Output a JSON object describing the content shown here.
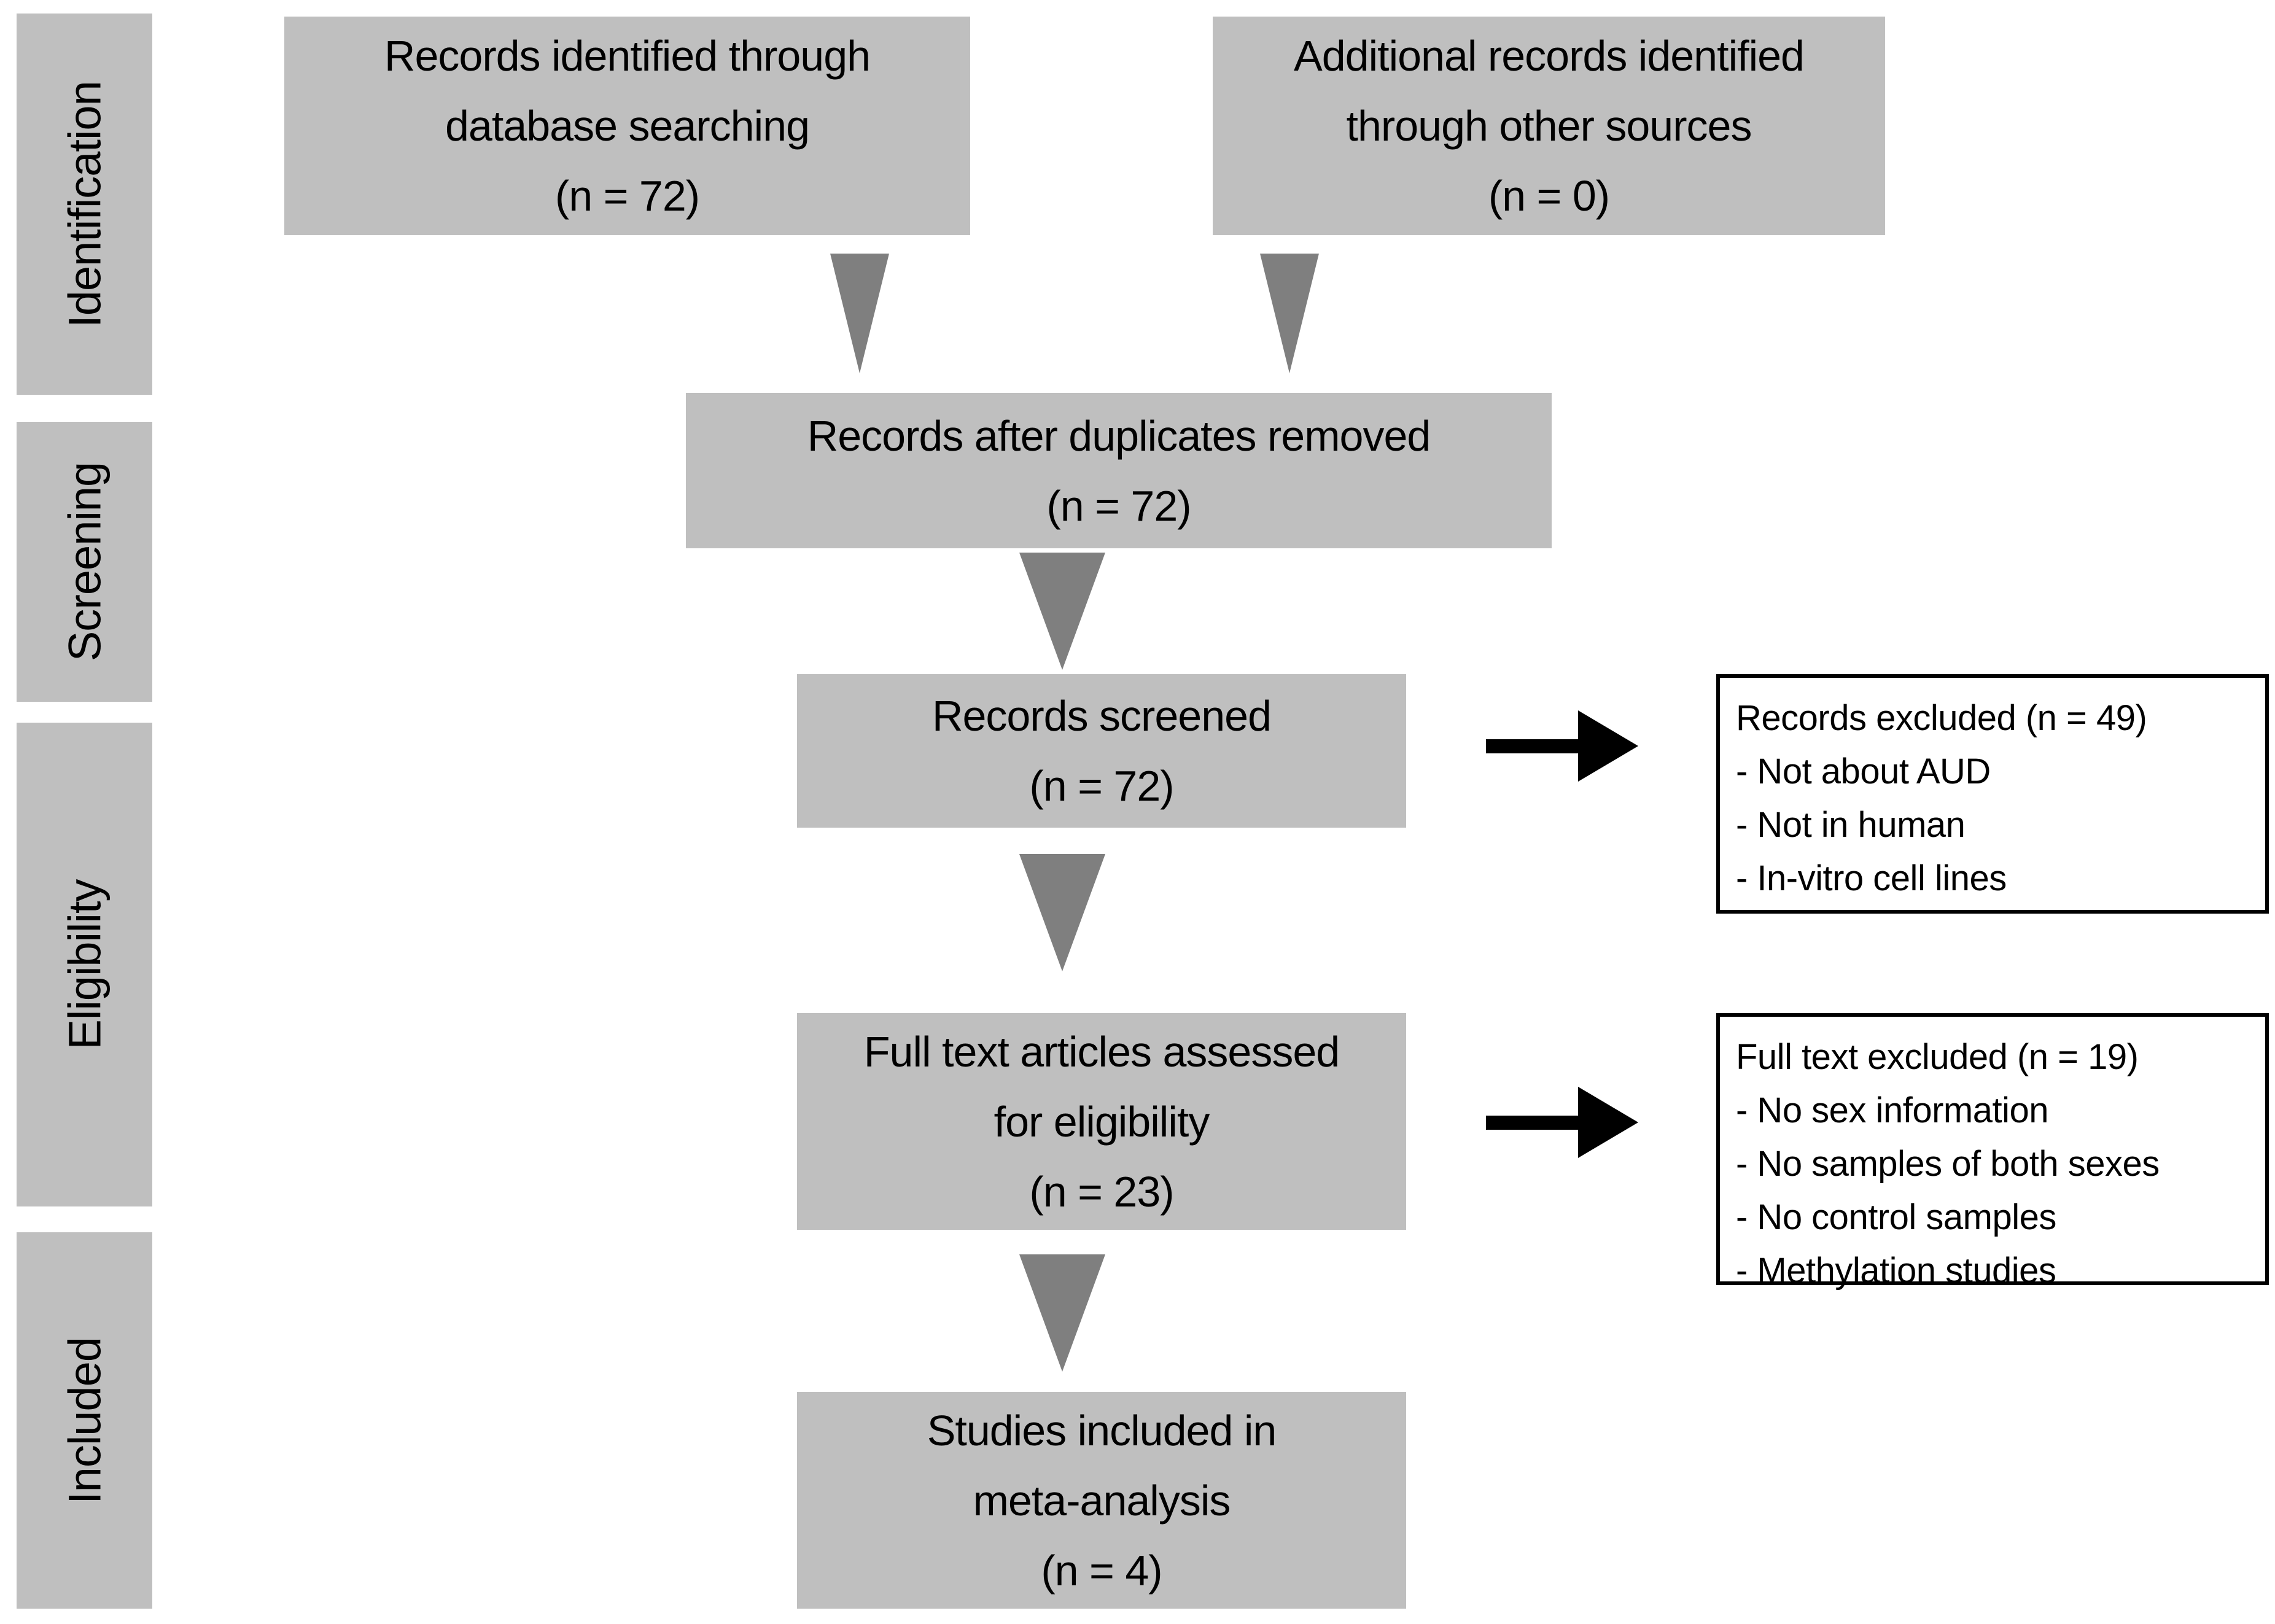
{
  "diagram_type": "PRISMA flow diagram",
  "colors": {
    "box_fill": "#bfbfbf",
    "triangle_gray": "#7f7f7f",
    "arrow_black": "#000000",
    "exclusion_border": "#000000",
    "background": "#ffffff",
    "text": "#000000"
  },
  "sidebar": {
    "stages": [
      {
        "label": "Identification"
      },
      {
        "label": "Screening"
      },
      {
        "label": "Eligibility"
      },
      {
        "label": "Included"
      }
    ]
  },
  "boxes": {
    "database_search": {
      "lines": [
        "Records identified through",
        "database searching",
        "(n = 72)"
      ]
    },
    "other_sources": {
      "lines": [
        "Additional records identified",
        "through other sources",
        "(n = 0)"
      ]
    },
    "duplicates_removed": {
      "lines": [
        "Records after duplicates removed",
        "(n = 72)"
      ]
    },
    "records_screened": {
      "lines": [
        "Records screened",
        "(n = 72)"
      ]
    },
    "full_text_assessed": {
      "lines": [
        "Full text articles assessed",
        "for eligibility",
        "(n = 23)"
      ]
    },
    "studies_included": {
      "lines": [
        "Studies included in",
        "meta-analysis",
        "(n = 4)"
      ]
    },
    "records_excluded": {
      "title": "Records excluded (n = 49)",
      "items": [
        "- Not about AUD",
        "- Not in human",
        "- In-vitro cell lines"
      ]
    },
    "full_text_excluded": {
      "title": "Full text excluded (n = 19)",
      "items": [
        "- No sex information",
        "- No samples of both sexes",
        "- No control samples",
        "- Methylation studies"
      ]
    }
  },
  "counts": {
    "records_identified_database": 72,
    "additional_records_other_sources": 0,
    "records_after_duplicates_removed": 72,
    "records_screened": 72,
    "records_excluded": 49,
    "full_text_assessed": 23,
    "full_text_excluded": 19,
    "studies_included_meta_analysis": 4
  }
}
